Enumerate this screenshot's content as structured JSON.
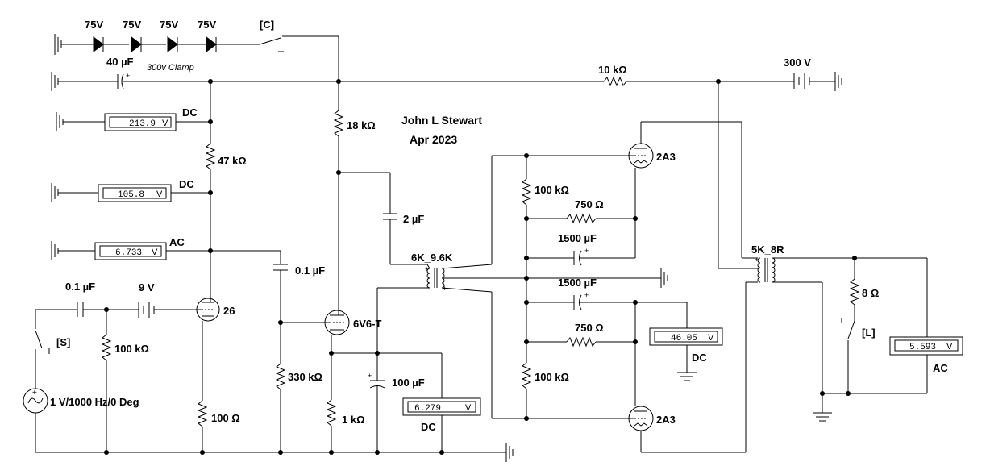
{
  "title": {
    "author": "John L Stewart",
    "date": "Apr 2023"
  },
  "clamp": {
    "diode_labels": [
      "75V",
      "75V",
      "75V",
      "75V"
    ],
    "cap": "40 µF",
    "label": "300v Clamp",
    "switch": "[C]"
  },
  "supply": {
    "resistor": "10 kΩ",
    "battery": "300 V"
  },
  "stage1": {
    "r_top": "47 kΩ",
    "r_cathode": "100 Ω",
    "tube": "26",
    "bias_battery": "9 V",
    "input_cap": "0.1 µF",
    "grid_r": "100 kΩ",
    "source": "1 V/1000 Hz/0 Deg",
    "switch": "[S]"
  },
  "meters": [
    {
      "value": "213.9",
      "unit": "V",
      "mode": "DC"
    },
    {
      "value": "105.8",
      "unit": "V",
      "mode": "DC"
    },
    {
      "value": "6.733",
      "unit": "V",
      "mode": "AC"
    },
    {
      "value": "6.279",
      "unit": "V",
      "mode": "DC"
    },
    {
      "value": "46.05",
      "unit": "V",
      "mode": "DC"
    },
    {
      "value": "5.593",
      "unit": "V",
      "mode": "AC"
    }
  ],
  "stage2": {
    "r_plate": "18 kΩ",
    "coupling_cap": "0.1 µF",
    "grid_r": "330 kΩ",
    "tube": "6V6-T",
    "cathode_r": "1 kΩ",
    "cathode_cap": "100 µF",
    "cap_2": "2 µF",
    "transformer": "6K_9.6K"
  },
  "output": {
    "tube_top": "2A3",
    "tube_bottom": "2A3",
    "r_top": "100 kΩ",
    "r_750_top": "750 Ω",
    "cap_top": "1500 µF",
    "cap_bottom": "1500 µF",
    "r_750_bottom": "750 Ω",
    "r_bottom": "100 kΩ",
    "transformer": "5K_8R",
    "load": "8 Ω",
    "switch": "[L]"
  }
}
